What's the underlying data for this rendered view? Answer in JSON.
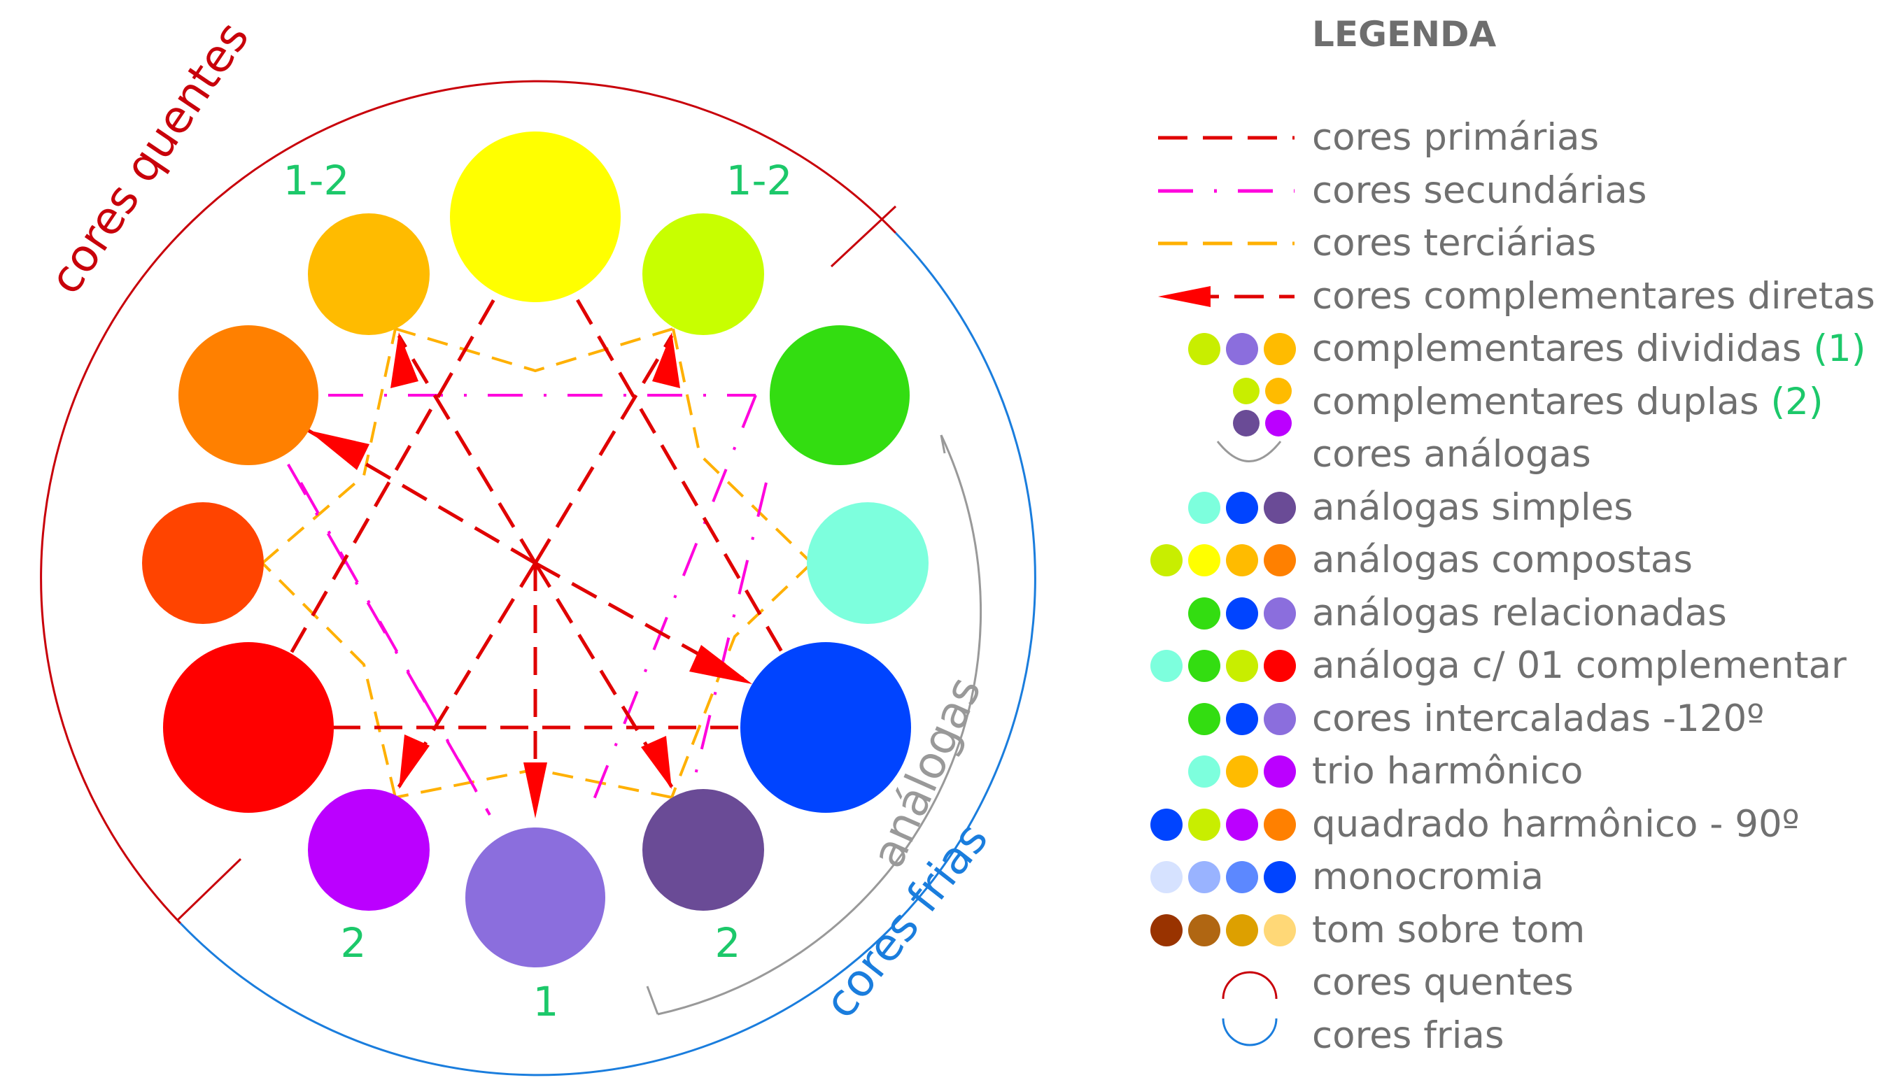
{
  "wheel": {
    "numbers": {
      "top_left": "1-2",
      "top_right": "1-2",
      "bottom_left": "2",
      "bottom_center": "1",
      "bottom_right": "2"
    },
    "arc_labels": {
      "warm": "cores quentes",
      "cool": "cores frias",
      "analogous": "análogas"
    },
    "colors": {
      "yellow": "#ffff00",
      "yellow_green": "#c8ff00",
      "green": "#33dd11",
      "cyan": "#7dffdd",
      "blue": "#0044ff",
      "violet_dark": "#6a4b96",
      "violet_light": "#8b6edd",
      "purple": "#bb00ff",
      "red": "#ff0000",
      "red_orange": "#ff4400",
      "orange": "#ff8000",
      "yellow_orange": "#ffbb00",
      "warm_arc": "#c8000a",
      "cool_arc": "#1a7ddd",
      "analog_bracket": "#999999",
      "number_green": "#1cc86a"
    }
  },
  "legend": {
    "title": "LEGENDA",
    "items": [
      {
        "label": "cores primárias",
        "marker": "dashed-line",
        "color": "#e00000"
      },
      {
        "label": "cores secundárias",
        "marker": "dash-dot-line",
        "color": "#ff00dd"
      },
      {
        "label": "cores terciárias",
        "marker": "dashed-line",
        "color": "#ffb000"
      },
      {
        "label": "cores complementares diretas",
        "marker": "arrow-dashed-line",
        "color": "#e00000"
      },
      {
        "label": "complementares divididas",
        "suffix": "(1)",
        "marker": "dots",
        "dots": [
          "#c8ee00",
          "#8b6edd",
          "#ffbb00"
        ]
      },
      {
        "label": "complementares duplas",
        "suffix": "(2)",
        "marker": "dot-grid",
        "dots": [
          "#c8ee00",
          "#ffbb00",
          "#6a4b96",
          "#bb00ff"
        ]
      },
      {
        "label": "cores análogas",
        "marker": "bracket-arc",
        "color": "#999999"
      },
      {
        "label": "análogas simples",
        "marker": "dots",
        "dots": [
          "#7dffdd",
          "#0044ff",
          "#6a4b96"
        ]
      },
      {
        "label": "análogas compostas",
        "marker": "dots",
        "dots": [
          "#c8ee00",
          "#ffff00",
          "#ffbb00",
          "#ff8000"
        ]
      },
      {
        "label": "análogas relacionadas",
        "marker": "dots",
        "dots": [
          "#33dd11",
          "#0044ff",
          "#8b6edd"
        ]
      },
      {
        "label": "análoga c/ 01 complementar",
        "marker": "dots",
        "dots": [
          "#7dffdd",
          "#33dd11",
          "#c8ee00",
          "#ff0000"
        ]
      },
      {
        "label": "cores intercaladas -120º",
        "marker": "dots",
        "dots": [
          "#33dd11",
          "#0044ff",
          "#8b6edd"
        ]
      },
      {
        "label": "trio harmônico",
        "marker": "dots",
        "dots": [
          "#7dffdd",
          "#ffbb00",
          "#bb00ff"
        ]
      },
      {
        "label": "quadrado harmônico - 90º",
        "marker": "dots",
        "dots": [
          "#0044ff",
          "#c8ee00",
          "#bb00ff",
          "#ff8000"
        ]
      },
      {
        "label": "monocromia",
        "marker": "dots",
        "dots": [
          "#d6e2ff",
          "#99b3ff",
          "#5c88ff",
          "#0044ff"
        ]
      },
      {
        "label": "tom sobre tom",
        "marker": "dots",
        "dots": [
          "#993300",
          "#b06612",
          "#dda000",
          "#ffd877"
        ]
      },
      {
        "label": "cores quentes",
        "marker": "arc-top",
        "color": "#c8000a"
      },
      {
        "label": "cores frias",
        "marker": "arc-bottom",
        "color": "#1a7ddd"
      }
    ]
  }
}
